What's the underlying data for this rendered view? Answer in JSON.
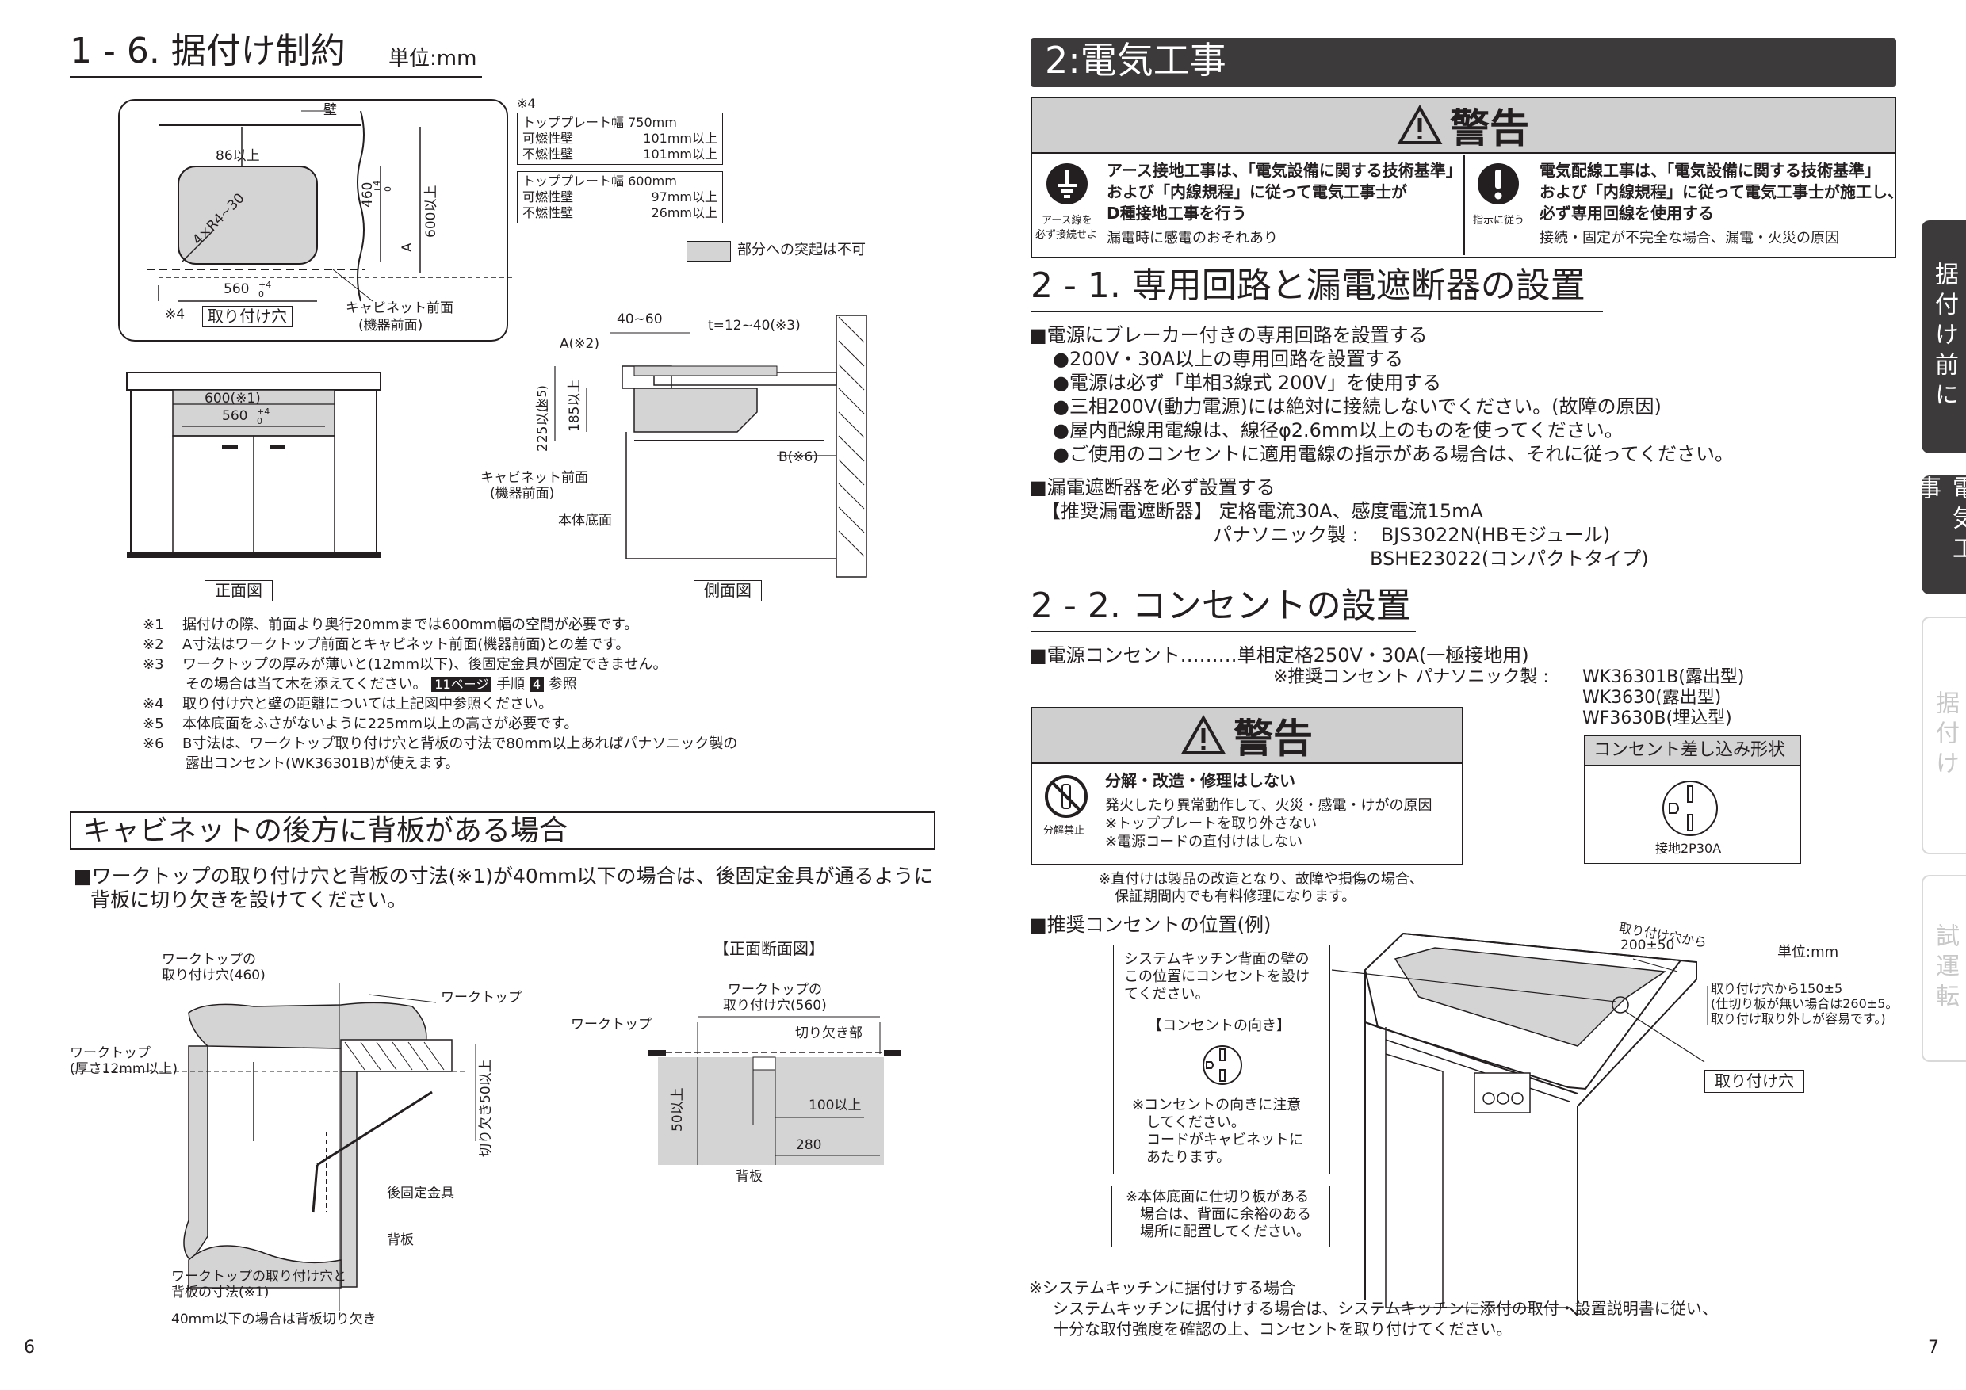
{
  "left": {
    "section_title": "1 - 6. 据付け制約",
    "section_unit": "単位:mm",
    "top_diagram": {
      "wall_label": "壁",
      "dim_86": "86以上",
      "dim_460": "460",
      "dim_600": "600以上",
      "label_a": "A",
      "corner": "4×R4~30",
      "dim_560": "560",
      "hole_label": "取り付け穴",
      "note4": "※4",
      "cabinet_front": "キャビネット前面",
      "device_front": "(機器前面)",
      "tol_plus4": "+4",
      "tol_zero": "0"
    },
    "spec": {
      "mark": "※4",
      "box1": {
        "title": "トッププレート幅 750mm",
        "r1k": "可燃性壁",
        "r1v": "101mm以上",
        "r2k": "不燃性壁",
        "r2v": "101mm以上"
      },
      "box2": {
        "title": "トッププレート幅 600mm",
        "r1k": "可燃性壁",
        "r1v": "97mm以上",
        "r2k": "不燃性壁",
        "r2v": "26mm以上"
      },
      "legend": "部分への突起は不可"
    },
    "front_view": {
      "dim_600": "600(※1)",
      "dim_560": "560",
      "caption": "正面図"
    },
    "side_view": {
      "dim_4060": "40~60",
      "dim_t": "t=12~40(※3)",
      "label_a2": "A(※2)",
      "label_5": "(※5)",
      "dim_225": "225以上",
      "dim_185": "185以上",
      "label_b6": "B(※6)",
      "cabinet_front": "キャビネット前面",
      "device_front": "(機器前面)",
      "body_bottom": "本体底面",
      "caption": "側面図"
    },
    "notes": [
      {
        "mark": "※1",
        "text": "据付けの際、前面より奥行20mmまでは600mm幅の空間が必要です。"
      },
      {
        "mark": "※2",
        "text": "A寸法はワークトップ前面とキャビネット前面(機器前面)との差です。"
      },
      {
        "mark": "※3",
        "text": "ワークトップの厚みが薄いと(12mm以下)、後固定金具が固定できません。"
      },
      {
        "mark": "",
        "text_pre": "その場合は当て木を添えてください。",
        "badge": "11ページ",
        "text_mid": "手順",
        "badge2": "4",
        "text_post": "参照"
      },
      {
        "mark": "※4",
        "text": "取り付け穴と壁の距離については上記図中参照ください。"
      },
      {
        "mark": "※5",
        "text": "本体底面をふさがないように225mm以上の高さが必要です。"
      },
      {
        "mark": "※6",
        "text": "B寸法は、ワークトップ取り付け穴と背板の寸法で80mm以上あればパナソニック製の"
      },
      {
        "mark": "",
        "text": "露出コンセント(WK36301B)が使えます。"
      }
    ],
    "backboard": {
      "title": "キャビネットの後方に背板がある場合",
      "line1": "■ワークトップの取り付け穴と背板の寸法(※1)が40mm以下の場合は、後固定金具が通るように",
      "line2": "背板に切り欠きを設けてください。"
    },
    "bottom_left": {
      "hole_460_a": "ワークトップの",
      "hole_460_b": "取り付け穴(460)",
      "worktop": "ワークトップ",
      "thick_a": "ワークトップ",
      "thick_b": "(厚さ12mm以上)",
      "notch": "切り欠き50以上",
      "bracket": "後固定金具",
      "backboard": "背板",
      "dim_a": "ワークトップの取り付け穴と",
      "dim_b": "背板の寸法(※1)",
      "dim_c": "40mm以下の場合は背板切り欠き"
    },
    "bottom_right": {
      "title": "【正面断面図】",
      "hole_a": "ワークトップの",
      "hole_b": "取り付け穴(560)",
      "worktop": "ワークトップ",
      "notch": "切り欠き部",
      "dim_50": "50以上",
      "dim_100": "100以上",
      "dim_280": "280",
      "backboard": "背板"
    },
    "page_number": "6"
  },
  "right": {
    "header": "2:電気工事",
    "warning1": {
      "title": "警告",
      "earth_caption_a": "アース線を",
      "earth_caption_b": "必ず接続せよ",
      "left_l1": "アース接地工事は、「電気設備に関する技術基準」",
      "left_l2": "および「内線規程」に従って電気工事士が",
      "left_l3": "D種接地工事を行う",
      "left_sub": "漏電時に感電のおそれあり",
      "instr_caption": "指示に従う",
      "right_l1": "電気配線工事は、「電気設備に関する技術基準」",
      "right_l2": "および「内線規程」に従って電気工事士が施工し、",
      "right_l3": "必ず専用回線を使用する",
      "right_sub": "接続・固定が不完全な場合、漏電・火災の原因"
    },
    "s21": {
      "title": "2 - 1. 専用回路と漏電遮断器の設置",
      "h1": "■電源にブレーカー付きの専用回路を設置する",
      "b1": "●200V・30A以上の専用回路を設置する",
      "b2": "●電源は必ず「単相3線式 200V」を使用する",
      "b3": "●三相200V(動力電源)には絶対に接続しないでください。(故障の原因)",
      "b4": "●屋内配線用電線は、線径φ2.6mm以上のものを使ってください。",
      "b5": "●ご使用のコンセントに適用電線の指示がある場合は、それに従ってください。",
      "h2": "■漏電遮断器を必ず設置する",
      "rec_label": "【推奨漏電遮断器】",
      "rec_value": "定格電流30A、感度電流15mA",
      "maker": "パナソニック製 :",
      "model1": "BJS3022N(HBモジュール)",
      "model2": "BSHE23022(コンパクトタイプ)"
    },
    "s22": {
      "title": "2 - 2. コンセントの設置",
      "h1": "■電源コンセント………単相定格250V・30A(一極接地用)",
      "rec_label": "※推奨コンセント パナソニック製 :",
      "m1": "WK36301B(露出型)",
      "m2": "WK3630(露出型)",
      "m3": "WF3630B(埋込型)"
    },
    "warning2": {
      "title": "警告",
      "icon_caption": "分解禁止",
      "l1": "分解・改造・修理はしない",
      "l2": "発火したり異常動作して、火災・感電・けがの原因",
      "l3": "※トッププレートを取り外さない",
      "l4": "※電源コードの直付けはしない",
      "foot1": "※直付けは製品の改造となり、故障や損傷の場合、",
      "foot2": "保証期間内でも有料修理になります。"
    },
    "plug": {
      "title": "コンセント差し込み形状",
      "caption": "接地2P30A"
    },
    "position": {
      "title": "■推奨コンセントの位置(例)",
      "call1_a": "システムキッチン背面の壁の",
      "call1_b": "この位置にコンセントを設け",
      "call1_c": "てください。",
      "orient": "【コンセントの向き】",
      "call2_a": "※コンセントの向きに注意",
      "call2_b": "してください。",
      "call2_c": "コードがキャビネットに",
      "call2_d": "あたります。",
      "call3_a": "※本体底面に仕切り板がある",
      "call3_b": "場合は、背面に余裕のある",
      "call3_c": "場所に配置してください。",
      "from_hole": "取り付け穴から",
      "dim_200": "200±50",
      "unit": "単位:mm",
      "right_a": "取り付け穴から150±5",
      "right_b": "(仕切り板が無い場合は260±5。",
      "right_c": "取り付け取り外しが容易です。)",
      "hole": "取り付け穴"
    },
    "system": {
      "title": "※システムキッチンに据付けする場合",
      "l1": "システムキッチンに据付けする場合は、システムキッチンに添付の取付・設置説明書に従い、",
      "l2": "十分な取付強度を確認の上、コンセントを取り付けてください。"
    },
    "tabs": [
      "据付け前に",
      "電気工事",
      "据付け",
      "試運転"
    ],
    "page_number": "7"
  },
  "colors": {
    "ink": "#231f20",
    "header_bg": "#3d3a3b",
    "warn_bg": "#cfcfcf",
    "tab_off": "#d9d9d9",
    "gray_fill": "#d4d4d4"
  }
}
